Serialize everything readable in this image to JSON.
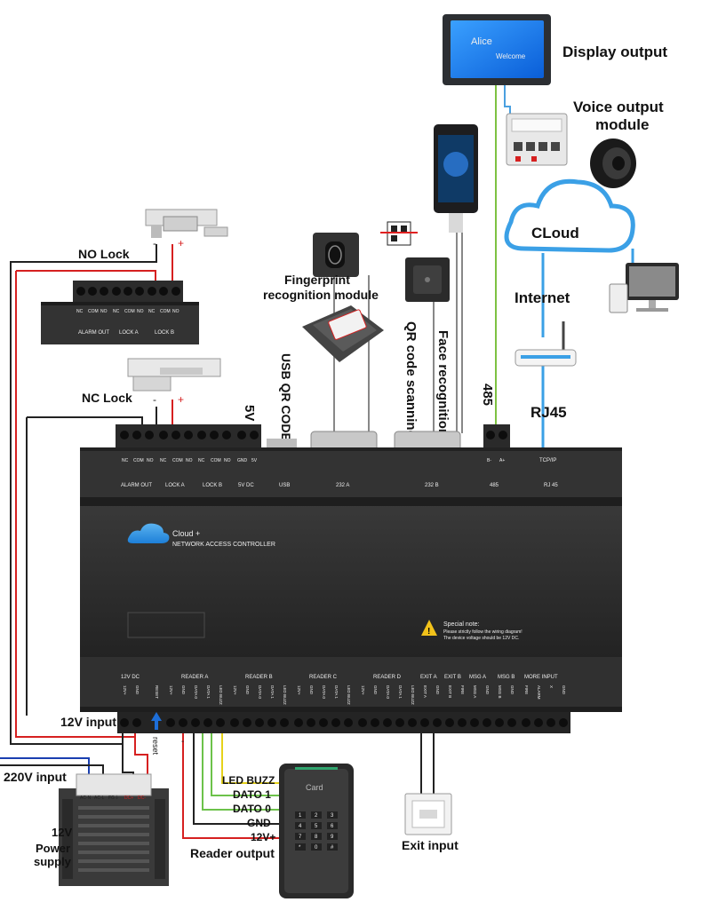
{
  "labels": {
    "display_output": "Display output",
    "voice_line1": "Voice output",
    "voice_line2": "module",
    "cloud": "CLoud",
    "internet": "Internet",
    "rj45": "RJ45",
    "n485": "485",
    "face_recognition": "Face recognition",
    "qr_scanning": "QR code scanning",
    "fp_line1": "Fingerprint",
    "fp_line2": "recognition module",
    "usb_qr": "USB QR CODE",
    "v5": "5V",
    "no_lock": "NO Lock",
    "nc_lock": "NC Lock",
    "input_12v": "12V input",
    "input_220v": "220V input",
    "psu_line1": "12V",
    "psu_line2": "Power",
    "psu_line3": "supply",
    "reset": "reset",
    "led_buzz": "LED BUZZ",
    "dato1": "DATO 1",
    "dato0": "DATO 0",
    "gnd": "GND",
    "v12": "12V+",
    "reader_output": "Reader output",
    "exit_input": "Exit input"
  },
  "display": {
    "name": "Alice",
    "welcome": "Welcome"
  },
  "card_reader": {
    "card": "Card",
    "keys": [
      "1",
      "2",
      "3",
      "4",
      "5",
      "6",
      "7",
      "8",
      "9",
      "*",
      "0",
      "#"
    ]
  },
  "small_board": {
    "pins": [
      "NC",
      "COM",
      "NO",
      "NC",
      "COM",
      "NO",
      "NC",
      "COM",
      "NO"
    ],
    "groups": [
      "ALARM OUT",
      "LOCK A",
      "LOCK B"
    ]
  },
  "controller": {
    "brand": "Cloud +",
    "model": "NETWORK ACCESS CONTROLLER",
    "note_title": "Special note:",
    "note_line1": "Please strictly follow the wiring diagram!",
    "note_line2": "The device voltage should be 12V DC.",
    "top_pins": [
      "NC",
      "COM",
      "NO",
      "NC",
      "COM",
      "NO",
      "NC",
      "COM",
      "NO",
      "GND",
      "5V"
    ],
    "top_groups": [
      "ALARM OUT",
      "LOCK A",
      "LOCK B",
      "5V DC",
      "USB",
      "232  A",
      "232  B",
      "485",
      "RJ 45"
    ],
    "top_485_pins": [
      "B-",
      "A+"
    ],
    "tcp": "TCP/IP",
    "bottom_groups": [
      "12V DC",
      "READER A",
      "READER B",
      "READER C",
      "READER D",
      "EXIT A",
      "EXIT B",
      "MSG A",
      "MSG B",
      "MORE INPUT"
    ],
    "reader_pins": [
      "12V+",
      "GND",
      "DATA 0",
      "DATA 1",
      "LED BUZZ"
    ],
    "power_pins": [
      "12V+",
      "GND",
      "RESET"
    ],
    "exit_pins": [
      "EXIT A",
      "GND",
      "EXIT B",
      "FIRE",
      "MSG A",
      "GND",
      "MSG B",
      "GND",
      "FIRE",
      "ALARM",
      "X",
      "GND"
    ]
  },
  "psu": {
    "terminals": [
      "AC-N",
      "AC-L",
      "FG⏚",
      "DC+",
      "DC-"
    ]
  }
}
